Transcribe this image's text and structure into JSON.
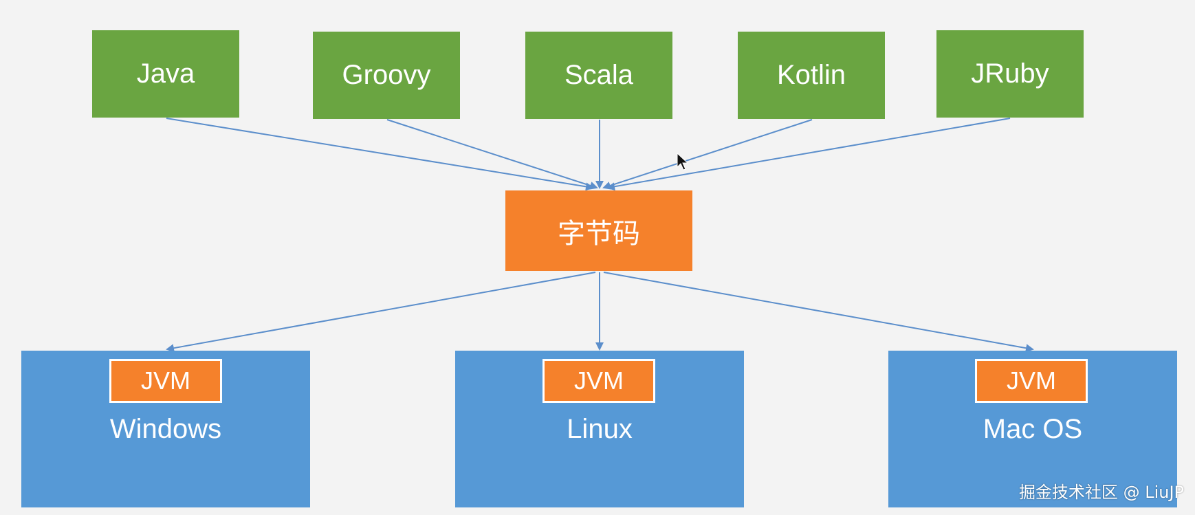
{
  "languages": [
    {
      "label": "Java"
    },
    {
      "label": "Groovy"
    },
    {
      "label": "Scala"
    },
    {
      "label": "Kotlin"
    },
    {
      "label": "JRuby"
    }
  ],
  "bytecode": {
    "label": "字节码"
  },
  "platforms": [
    {
      "jvm_label": "JVM",
      "os_label": "Windows"
    },
    {
      "jvm_label": "JVM",
      "os_label": "Linux"
    },
    {
      "jvm_label": "JVM",
      "os_label": "Mac OS"
    }
  ],
  "watermark": "掘金技术社区 @ LiuJP",
  "colors": {
    "language_box": "#6aa541",
    "bytecode_box": "#f5812b",
    "os_box": "#5699d6",
    "jvm_box": "#f5812b",
    "arrow": "#5b8ecb",
    "background": "#f3f3f3"
  }
}
